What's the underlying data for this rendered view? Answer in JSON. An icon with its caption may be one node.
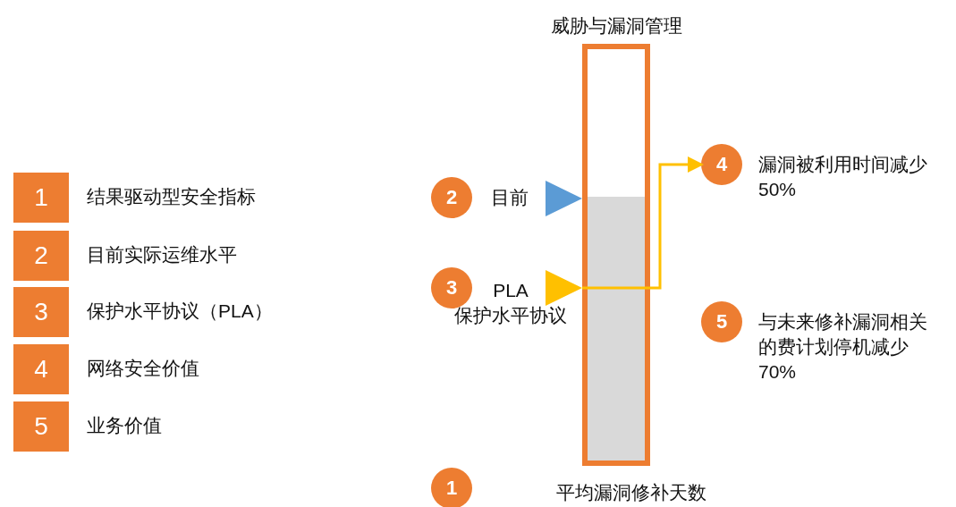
{
  "diagram": {
    "nodes": [
      {
        "text": [
          "1"
        ],
        "beside": [
          "结果驱动型安全指标"
        ]
      },
      {
        "text": [
          "2"
        ],
        "beside": [
          "目前实际运维水平"
        ]
      },
      {
        "text": [
          "3"
        ],
        "beside": [
          "保护水平协议（PLA）"
        ]
      },
      {
        "text": [
          "4"
        ],
        "beside": [
          "网络安全价值"
        ]
      },
      {
        "text": [
          "5"
        ],
        "beside": [
          "业务价值"
        ]
      },
      {
        "text": [
          "威胁与漏洞管理",
          "平均漏洞修补天数"
        ]
      },
      {
        "text": [
          "2"
        ],
        "beside": [
          "目前"
        ]
      },
      {
        "text": [
          "3"
        ],
        "beside": [
          "PLA 保护水平协议"
        ]
      },
      {
        "text": [
          "4"
        ],
        "beside": [
          "漏洞被利用时间减少 50%"
        ]
      },
      {
        "text": [
          "5"
        ],
        "beside": [
          "与未来修补漏洞相关的费计划停机减少 70%"
        ]
      },
      {
        "text": [
          "1"
        ]
      }
    ],
    "edges": [
      {
        "from": 5,
        "to": 8,
        "arrow": "to"
      }
    ]
  }
}
